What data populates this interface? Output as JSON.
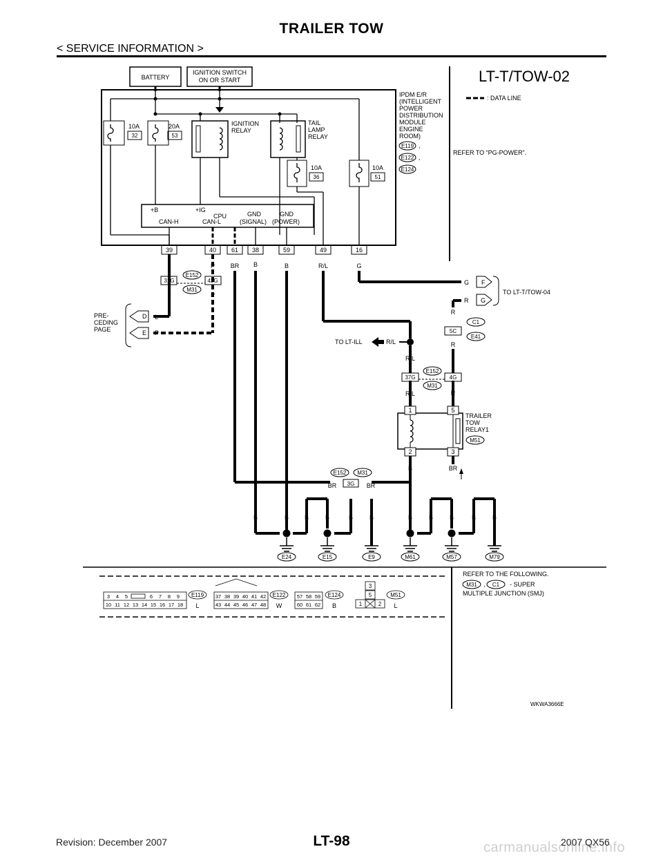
{
  "header": {
    "title": "TRAILER TOW",
    "subtitle": "< SERVICE INFORMATION >"
  },
  "footer": {
    "revision": "Revision: December 2007",
    "page": "LT-98",
    "model": "2007 QX56",
    "watermark": "carmanualsonline.info"
  },
  "diagram": {
    "code": "LT-T/TOW-02",
    "battery": "BATTERY",
    "ignition_switch": [
      "IGNITION SWITCH",
      "ON OR START"
    ],
    "ipdm": {
      "title_lines": [
        "IPDM E/R",
        "(INTELLIGENT",
        "POWER",
        "DISTRIBUTION",
        "MODULE",
        "ENGINE",
        "ROOM)"
      ],
      "connectors": [
        "E119",
        "E122",
        "E124"
      ],
      "fuses": [
        {
          "amp": "10A",
          "num": "32"
        },
        {
          "amp": "20A",
          "num": "53"
        },
        {
          "amp": "10A",
          "num": "36"
        },
        {
          "amp": "10A",
          "num": "51"
        }
      ],
      "ignition_relay": [
        "IGNITION",
        "RELAY"
      ],
      "tail_lamp_relay": [
        "TAIL",
        "LAMP",
        "RELAY"
      ],
      "cpu": {
        "b": "+B",
        "ig": "+IG",
        "cpu": "CPU",
        "can_h": "CAN-H",
        "can_l": "CAN-L",
        "gnd": "GND",
        "signal": "(SIGNAL)",
        "power": "(POWER)"
      },
      "pins": [
        "39",
        "40",
        "61",
        "38",
        "59",
        "49",
        "16"
      ]
    },
    "legend_data_line": ": DATA LINE",
    "refer_power": "REFER TO “PG-POWER”.",
    "wire_colors": {
      "l": "L",
      "p": "P",
      "br": "BR",
      "b": "B",
      "rl": "R/L",
      "g": "G",
      "r": "R"
    },
    "joint_connectors": {
      "e152": "E152",
      "m31": "M31",
      "c1": "C1",
      "e41": "E41"
    },
    "joint_pins": {
      "p31g": "31G",
      "p42g": "42G",
      "p37g": "37G",
      "p4g": "4G",
      "p5c": "5C",
      "p3g": "3G"
    },
    "preceding_page": {
      "lines": [
        "PRE-",
        "CEDING",
        "PAGE"
      ],
      "d": "D",
      "e": "E"
    },
    "to_tow04": {
      "label": "TO LT-T/TOW-04",
      "f": "F",
      "g": "G"
    },
    "to_ill": "TO LT-ILL",
    "relay1": {
      "lines": [
        "TRAILER",
        "TOW",
        "RELAY1"
      ],
      "connector": "M51",
      "pins": [
        "1",
        "5",
        "2",
        "3"
      ]
    },
    "grounds": [
      "E24",
      "E15",
      "E9",
      "M61",
      "M57",
      "M79"
    ],
    "connector_views": {
      "e119": {
        "top": [
          "3",
          "4",
          "5",
          "6",
          "7",
          "8",
          "9"
        ],
        "bottom": [
          "10",
          "11",
          "12",
          "13",
          "14",
          "15",
          "16",
          "17",
          "18"
        ],
        "id": "E119",
        "color": "L"
      },
      "e122": {
        "top": [
          "37",
          "38",
          "39",
          "40",
          "41",
          "42"
        ],
        "bottom": [
          "43",
          "44",
          "45",
          "46",
          "47",
          "48"
        ],
        "id": "E122",
        "color": "W"
      },
      "e124": {
        "top": [
          "57",
          "58",
          "59"
        ],
        "bottom": [
          "60",
          "61",
          "62"
        ],
        "id": "E124",
        "color": "B"
      },
      "m51": {
        "pins": [
          "3",
          "5",
          "1",
          "2"
        ],
        "id": "M51",
        "color": "L"
      }
    },
    "refer_smj": {
      "line1": "REFER TO THE FOLLOWING.",
      "m31": "M31",
      "c1": "C1",
      "dash": "- SUPER",
      "line3": "MULTIPLE JUNCTION (SMJ)"
    },
    "figure_id": "WKWA3666E"
  }
}
